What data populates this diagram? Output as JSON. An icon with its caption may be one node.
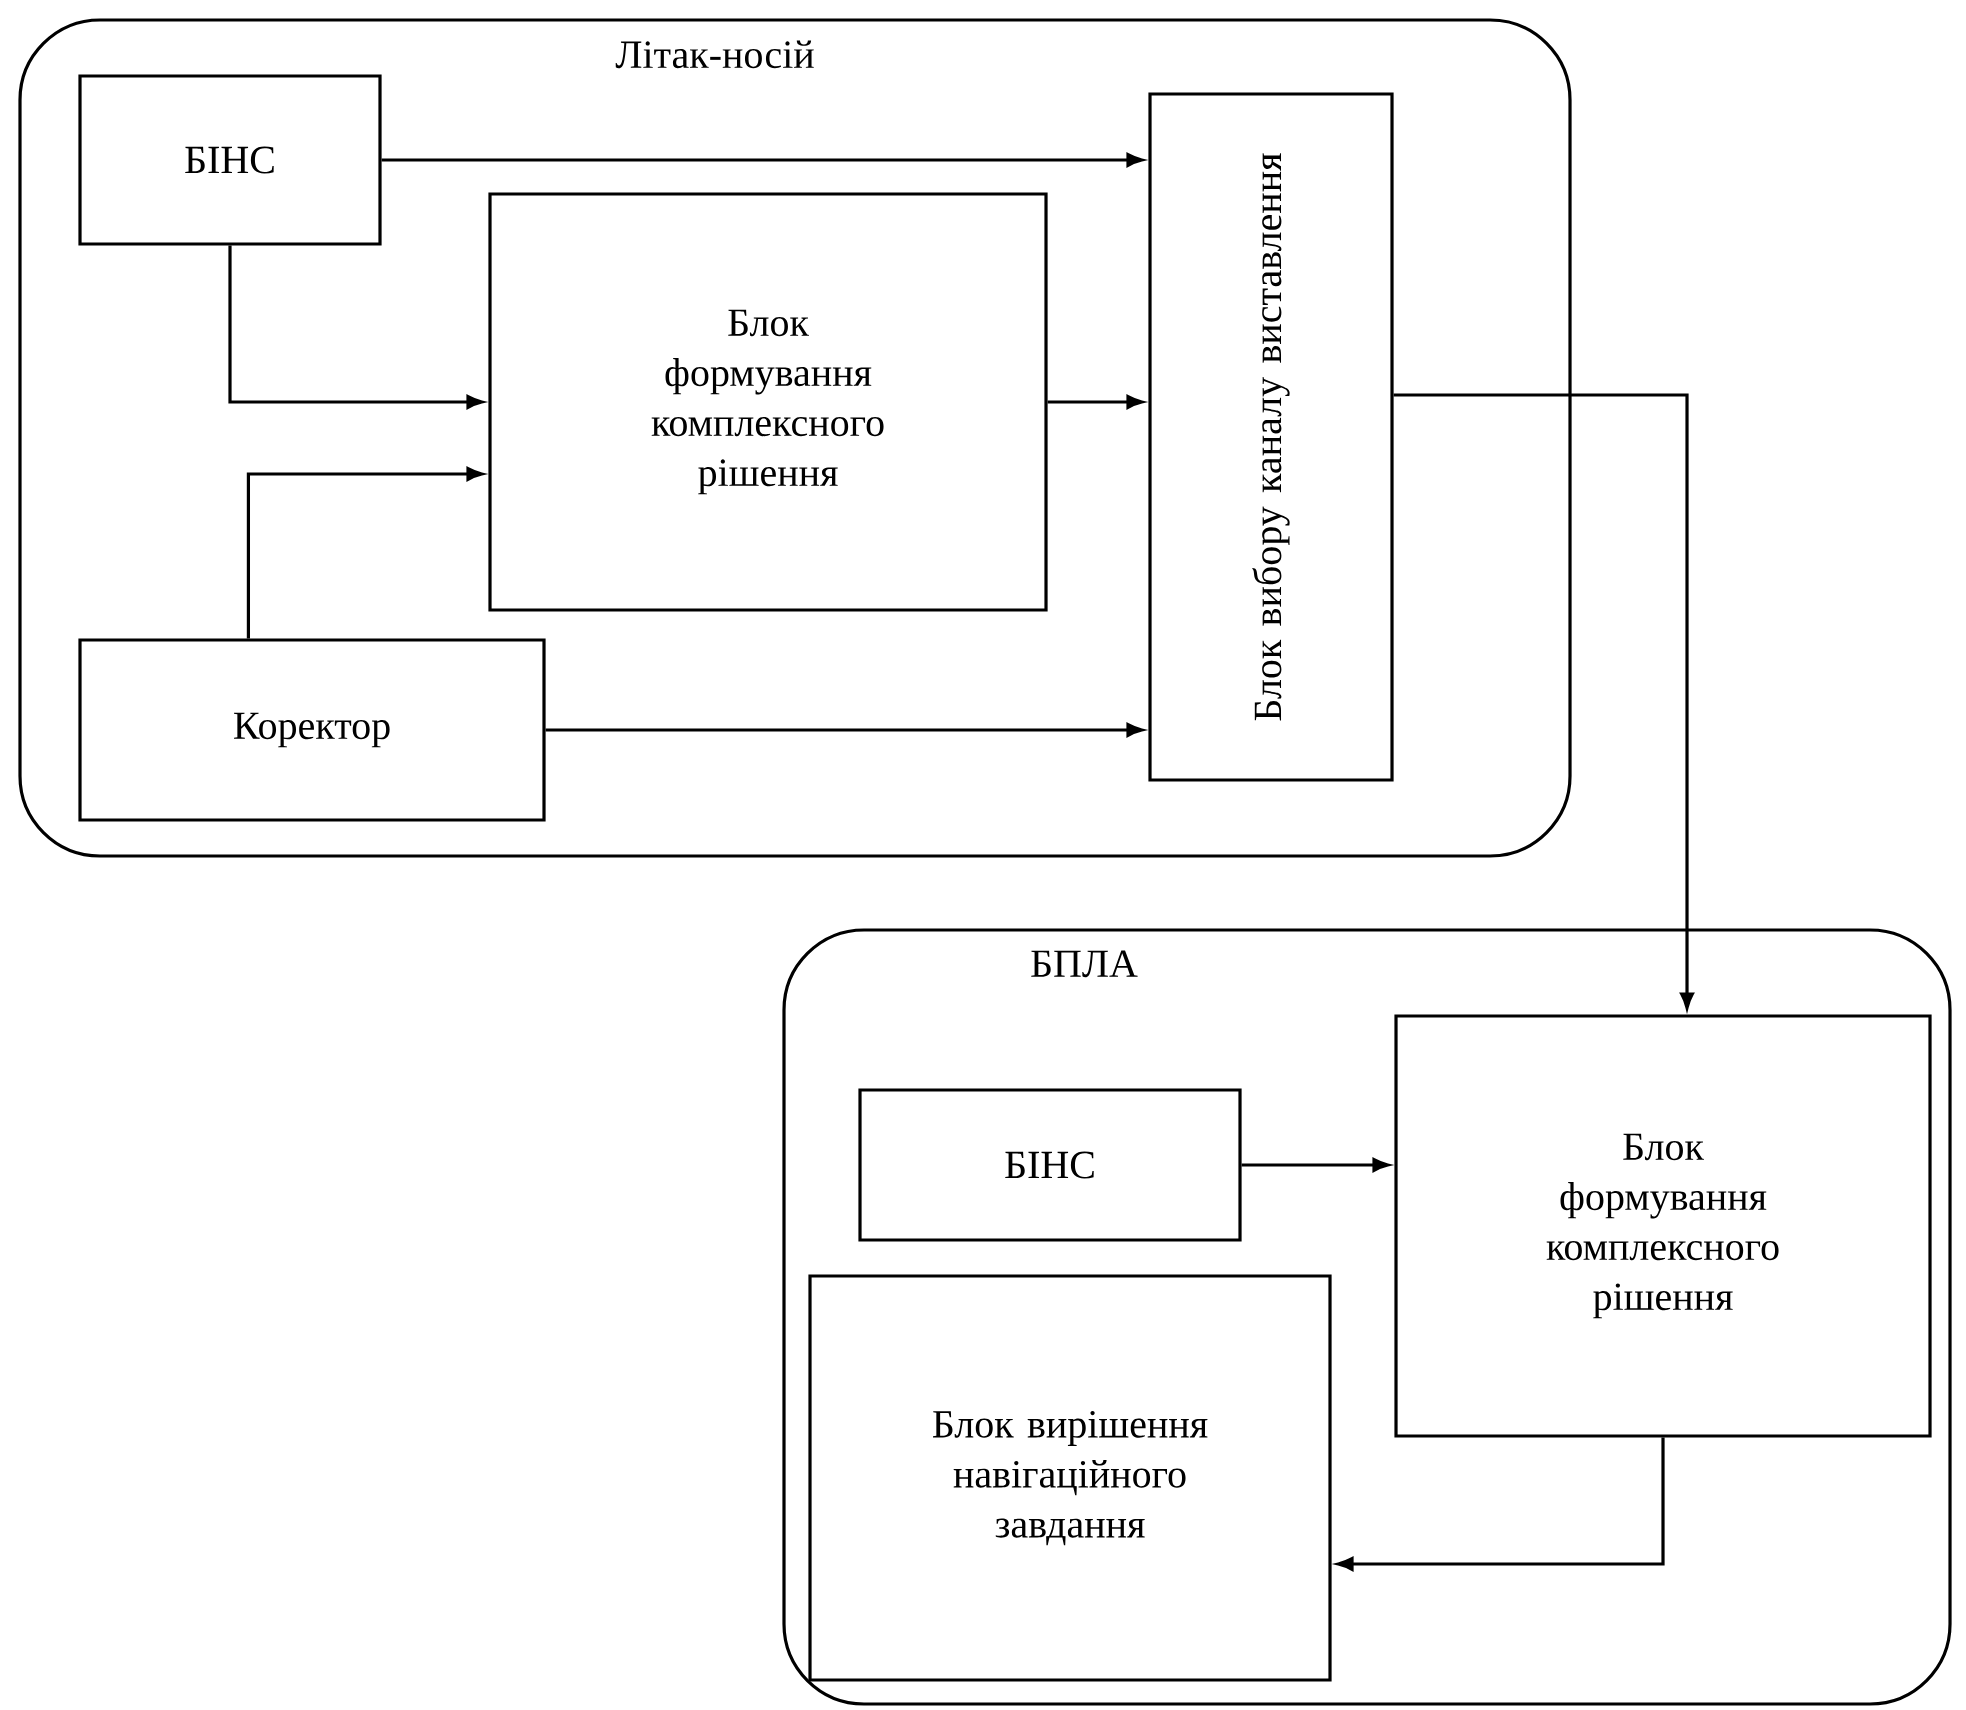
{
  "diagram": {
    "nodes": [
      {
        "text": [
          "Літак-носій"
        ]
      },
      {
        "text": [
          "БІНС"
        ],
        "in": 0
      },
      {
        "text": [
          "Блок формування комплексного рішення"
        ],
        "in": 0
      },
      {
        "text": [
          "Коректор"
        ],
        "in": 0
      },
      {
        "text": [
          "Блок вибору каналу виставлення"
        ],
        "in": 0
      },
      {
        "text": [
          "БПЛА"
        ]
      },
      {
        "text": [
          "БІНС"
        ],
        "in": 5
      },
      {
        "text": [
          "Блок формування комплексного рішення"
        ],
        "in": 5
      },
      {
        "text": [
          "Блок вирішення навігаційного завдання"
        ],
        "in": 5
      }
    ],
    "edges": [
      {
        "from": 1,
        "to": 4,
        "arrow": "to"
      },
      {
        "from": 1,
        "to": 2,
        "arrow": "to"
      },
      {
        "from": 3,
        "to": 2,
        "arrow": "to"
      },
      {
        "from": 2,
        "to": 4,
        "arrow": "to"
      },
      {
        "from": 3,
        "to": 4,
        "arrow": "to"
      },
      {
        "from": 4,
        "to": 7,
        "arrow": "to"
      },
      {
        "from": 6,
        "to": 7,
        "arrow": "to"
      },
      {
        "from": 7,
        "to": 8,
        "arrow": "to"
      }
    ]
  }
}
